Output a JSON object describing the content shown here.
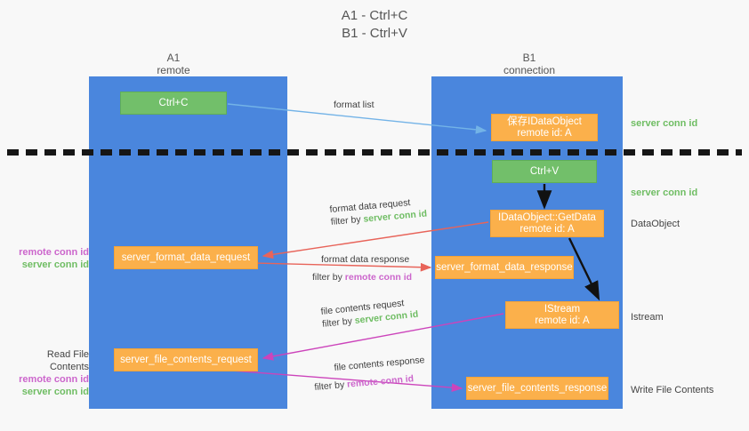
{
  "title": {
    "line1": "A1 - Ctrl+C",
    "line2": "B1 - Ctrl+V"
  },
  "columns": [
    {
      "name": "A1",
      "sub": "remote"
    },
    {
      "name": "B1",
      "sub": "connection"
    }
  ],
  "boxes": {
    "ctrl_c": {
      "label": "Ctrl+C",
      "color": "#72bf6a"
    },
    "save_idataobject": {
      "line1": "保存IDataObject",
      "line2": "remote id: A",
      "color": "#fbb04b"
    },
    "ctrl_v": {
      "label": "Ctrl+V",
      "color": "#72bf6a"
    },
    "getdata": {
      "line1": "IDataObject::GetData",
      "line2": "remote id: A",
      "color": "#fbb04b"
    },
    "server_format_data_request": {
      "label": "server_format_data_request",
      "color": "#fbb04b"
    },
    "server_format_data_response": {
      "label": "server_format_data_response",
      "color": "#fbb04b"
    },
    "istream": {
      "line1": "IStream",
      "line2": "remote id: A",
      "color": "#fbb04b"
    },
    "server_file_contents_request": {
      "label": "server_file_contents_request",
      "color": "#fbb04b"
    },
    "server_file_contents_response": {
      "label": "server_file_contents_response",
      "color": "#fbb04b"
    }
  },
  "edge_labels": {
    "format_list": "format list",
    "format_data_request": "format data request",
    "format_data_request_filter_prefix": "filter by ",
    "format_data_request_filter_value": "server conn id",
    "format_data_response": "format data response",
    "format_data_response_filter_prefix": "filter by ",
    "format_data_response_filter_value": "remote conn id",
    "file_contents_request": "file contents request",
    "file_contents_request_filter_prefix": "filter by ",
    "file_contents_request_filter_value": "server conn id",
    "file_contents_response": "file contents response",
    "file_contents_response_filter_prefix": "filter by ",
    "file_contents_response_filter_value": "remote conn id"
  },
  "right_notes": {
    "server_conn_id_top": "server conn id",
    "server_conn_id_mid": "server conn id",
    "dataobject": "DataObject",
    "istream": "Istream",
    "write_file_contents": "Write File Contents"
  },
  "left_notes": {
    "remote_conn_id_1": "remote conn id",
    "server_conn_id_1": "server conn id",
    "read_file_contents": "Read File Contents",
    "remote_conn_id_2": "remote conn id",
    "server_conn_id_2": "server conn id"
  },
  "colors": {
    "lane": "#4a86dd",
    "green_box": "#72bf6a",
    "orange_box": "#fbb04b",
    "green_text": "#6fbd63",
    "purple_text": "#cc66cc",
    "blue_arrow": "#73b3e7",
    "red_arrow": "#e8645a",
    "magenta_arrow": "#cc44bb",
    "black_arrow": "#111111",
    "background": "#f8f8f8"
  }
}
